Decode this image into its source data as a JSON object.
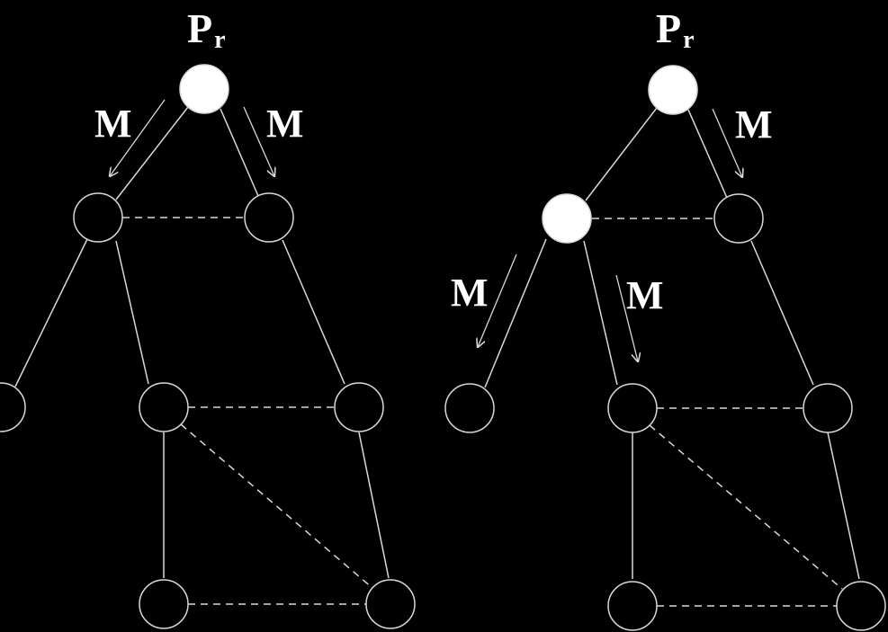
{
  "colors": {
    "background": "#000000",
    "line": "#d9d9d9",
    "node_active": "#ffffff"
  },
  "panels": [
    {
      "name": "left-panel",
      "root_label": {
        "main": "P",
        "sub": "r"
      },
      "message_label": "M",
      "message_count": 2
    },
    {
      "name": "right-panel",
      "root_label": {
        "main": "P",
        "sub": "r"
      },
      "message_label": "M",
      "message_count": 3
    }
  ]
}
